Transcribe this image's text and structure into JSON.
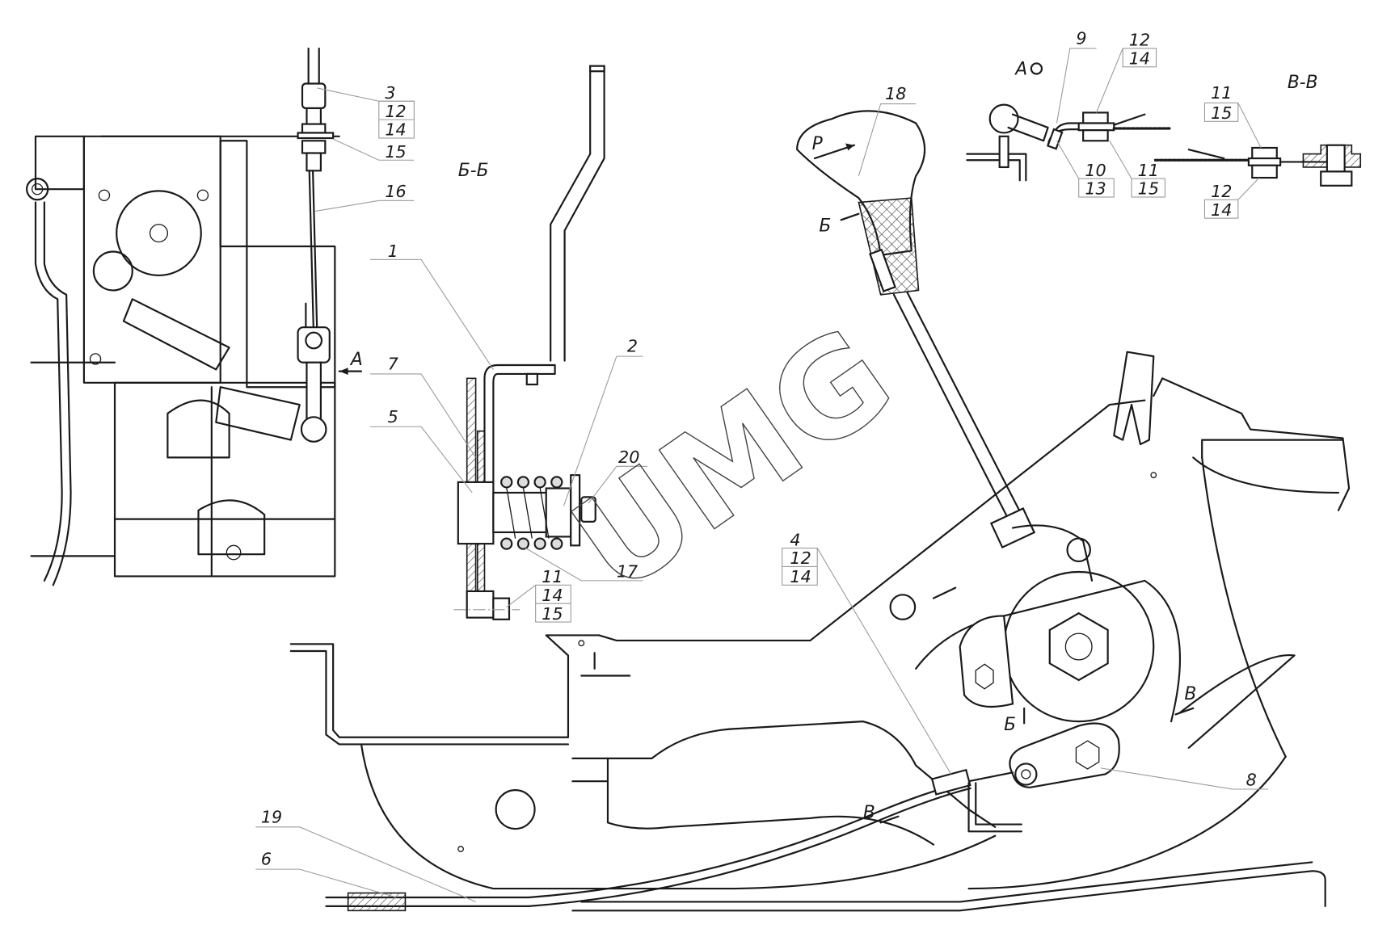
{
  "drawing": {
    "watermark": "UMG",
    "section_labels": {
      "section_b_b": "Б-Б",
      "view_a": "A",
      "section_v_v": "В-В",
      "arrow_a": "A",
      "cut_b_top": "Б",
      "cut_b_bottom": "Б",
      "cut_v_top": "В",
      "cut_v_bottom": "В",
      "knob_mark": "P"
    },
    "callouts": {
      "c3": [
        "3",
        "12",
        "14"
      ],
      "c15": "15",
      "c16": "16",
      "c1": "1",
      "c7": "7",
      "c5": "5",
      "c2": "2",
      "c20": "20",
      "c17": "17",
      "c11_14_15": [
        "11",
        "14",
        "15"
      ],
      "c18": "18",
      "c9": "9",
      "c12_14_top": [
        "12",
        "14"
      ],
      "c10_13": [
        "10",
        "13"
      ],
      "c11_15_a": [
        "11",
        "15"
      ],
      "c11_15_vv": [
        "11",
        "15"
      ],
      "c12_14_vv": [
        "12",
        "14"
      ],
      "c4": [
        "4",
        "12",
        "14"
      ],
      "c8": "8",
      "c19": "19",
      "c6": "6"
    },
    "colors": {
      "line": "#1a1a1a",
      "leader": "#9a9a9a",
      "background": "#ffffff"
    }
  }
}
